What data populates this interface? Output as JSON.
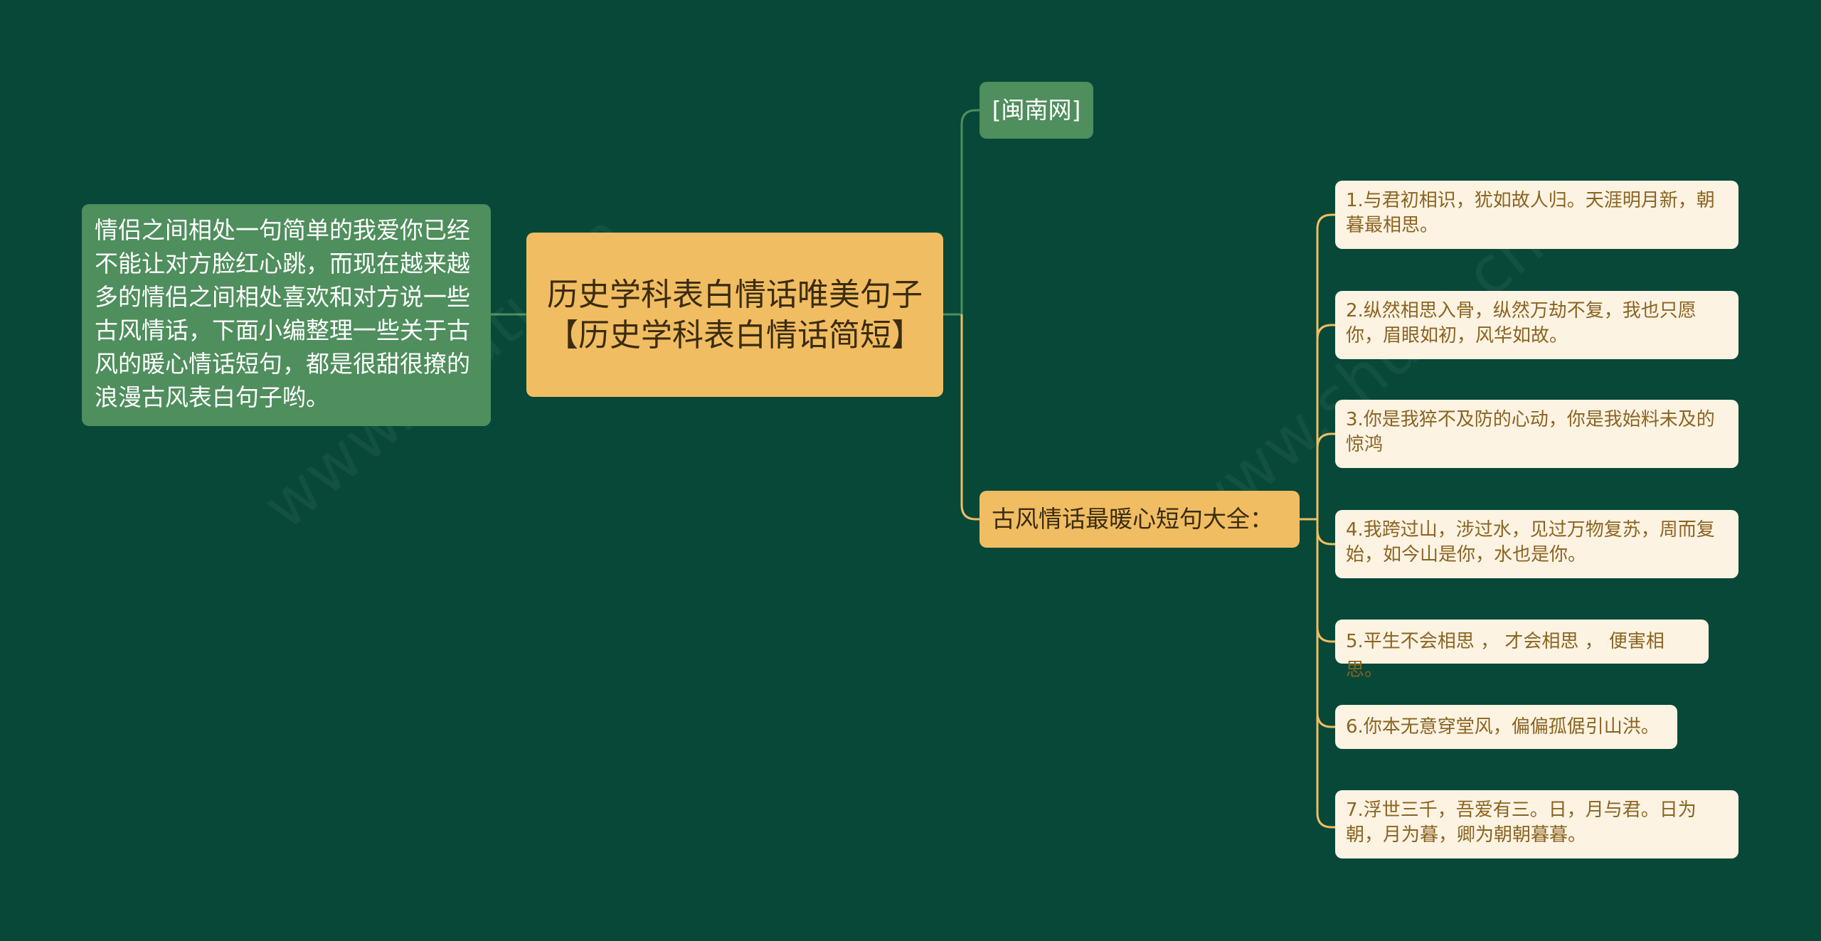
{
  "root": {
    "title": "历史学科表白情话唯美句子【历史学科表白情话简短】"
  },
  "intro": {
    "text": "情侣之间相处一句简单的我爱你已经不能让对方脸红心跳，而现在越来越多的情侣之间相处喜欢和对方说一些古风情话，下面小编整理一些关于古风的暖心情话短句，都是很甜很撩的浪漫古风表白句子哟。"
  },
  "source": {
    "label": "[闽南网]"
  },
  "topic": {
    "label": "古风情话最暖心短句大全："
  },
  "items": [
    "1.与君初相识，犹如故人归。天涯明月新，朝暮最相思。",
    "2.纵然相思入骨，纵然万劫不复，我也只愿你，眉眼如初，风华如故。",
    "3.你是我猝不及防的心动，你是我始料未及的惊鸿",
    "4.我跨过山，涉过水，见过万物复苏，周而复始，如今山是你，水也是你。",
    "5.平生不会相思 ， 才会相思 ， 便害相思。",
    "6.你本无意穿堂风，偏偏孤倨引山洪。",
    "7.浮世三千，吾爱有三。日，月与君。日为朝，月为暮，卿为朝朝暮暮。"
  ],
  "colors": {
    "background": "#074838",
    "root_fill": "#f1bd62",
    "green_node": "#4f8e5d",
    "leaf_fill": "#fdf3e3",
    "leaf_text": "#8a6420",
    "line_gold": "#f1bd62",
    "line_green": "#4f8e5d"
  }
}
